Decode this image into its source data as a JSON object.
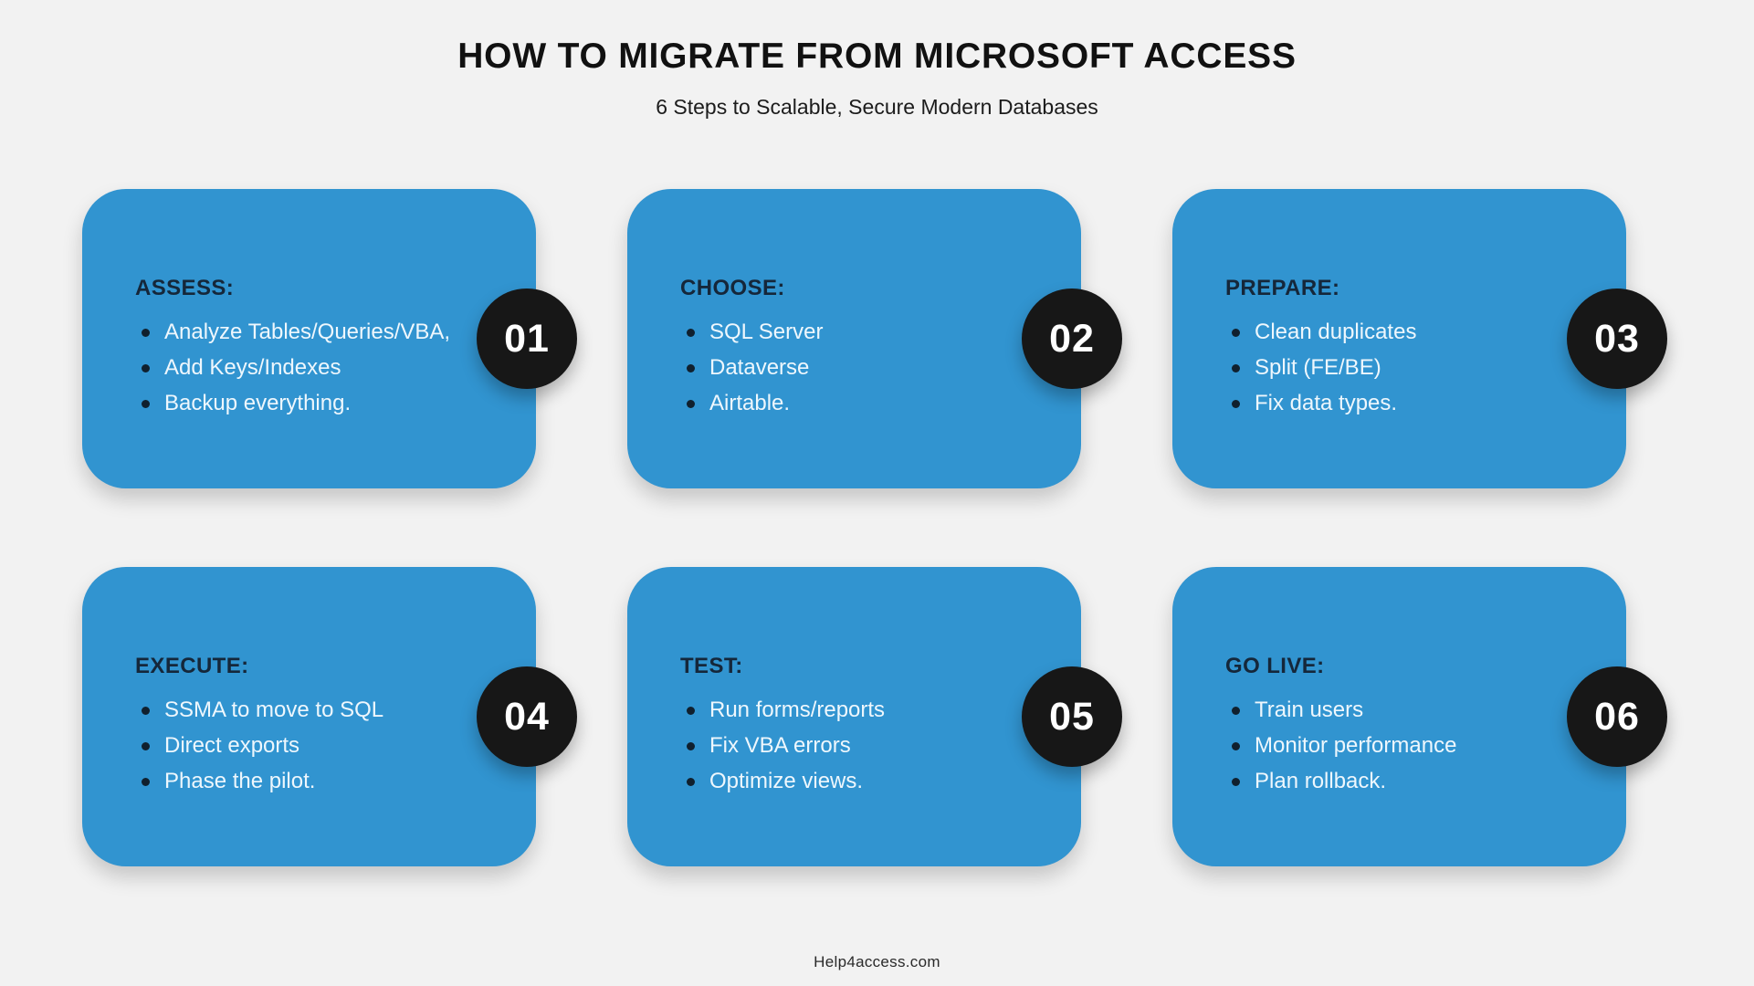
{
  "header": {
    "title": "HOW TO MIGRATE FROM MICROSOFT ACCESS",
    "subtitle": "6 Steps to Scalable, Secure Modern Databases"
  },
  "cards": [
    {
      "number": "01",
      "heading": "ASSESS:",
      "bullets": [
        "Analyze Tables/Queries/VBA,",
        "Add Keys/Indexes",
        "Backup everything."
      ]
    },
    {
      "number": "02",
      "heading": "CHOOSE:",
      "bullets": [
        "SQL Server",
        "Dataverse",
        "Airtable."
      ]
    },
    {
      "number": "03",
      "heading": "PREPARE:",
      "bullets": [
        "Clean duplicates",
        "Split (FE/BE)",
        "Fix data types."
      ]
    },
    {
      "number": "04",
      "heading": "EXECUTE:",
      "bullets": [
        "SSMA to move to SQL",
        "Direct exports",
        "Phase the pilot."
      ]
    },
    {
      "number": "05",
      "heading": "TEST:",
      "bullets": [
        "Run forms/reports",
        "Fix VBA errors",
        "Optimize views."
      ]
    },
    {
      "number": "06",
      "heading": "GO LIVE:",
      "bullets": [
        "Train users",
        "Monitor performance",
        "Plan rollback."
      ]
    }
  ],
  "footer": {
    "label": "Help4access.com"
  },
  "colors": {
    "background": "#f2f2f2",
    "card_blue": "#3194d0",
    "badge_black": "#171717",
    "heading_navy": "#15273a",
    "bullet_dot": "#10202e",
    "bullet_text": "#eef7fd",
    "title_text": "#111111"
  }
}
